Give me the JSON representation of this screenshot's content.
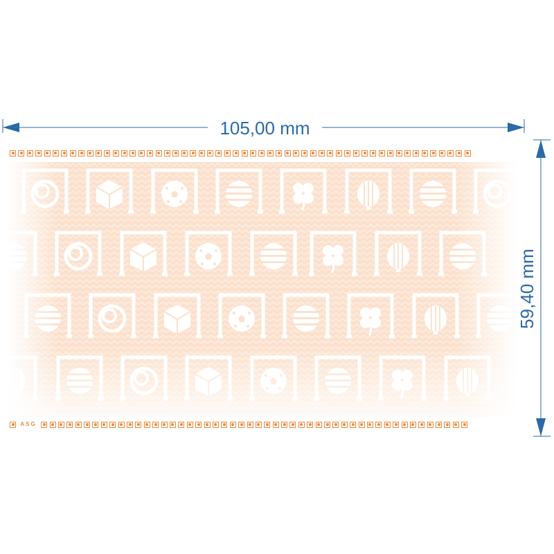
{
  "dimensions": {
    "width_label": "105,00 mm",
    "height_label": "59,40 mm",
    "arrow_color": "#2a6aa8"
  },
  "card": {
    "accent_color": "#f0883a",
    "background_tint": "#fbe3d2",
    "bottom_strip_text": "ASG",
    "strip_icon_count": 54,
    "rows": [
      {
        "icons": [
          "lucky-ring",
          "dice-1x2",
          "football",
          "striped-ball",
          "four-leaf-clover",
          "lantern-ball",
          "striped-ball",
          "lucky-ring"
        ]
      },
      {
        "icons": [
          "striped-ball",
          "lucky-ring",
          "dice-1x2",
          "football",
          "striped-ball",
          "four-leaf-clover",
          "lantern-ball",
          "striped-ball"
        ]
      },
      {
        "icons": [
          "striped-ball",
          "lucky-ring",
          "dice-1x2",
          "football",
          "striped-ball",
          "four-leaf-clover",
          "lantern-ball",
          "striped-ball"
        ]
      },
      {
        "icons": [
          "lantern-ball",
          "striped-ball",
          "lucky-ring",
          "dice-1x2",
          "football",
          "striped-ball",
          "four-leaf-clover",
          "lantern-ball"
        ]
      }
    ]
  }
}
